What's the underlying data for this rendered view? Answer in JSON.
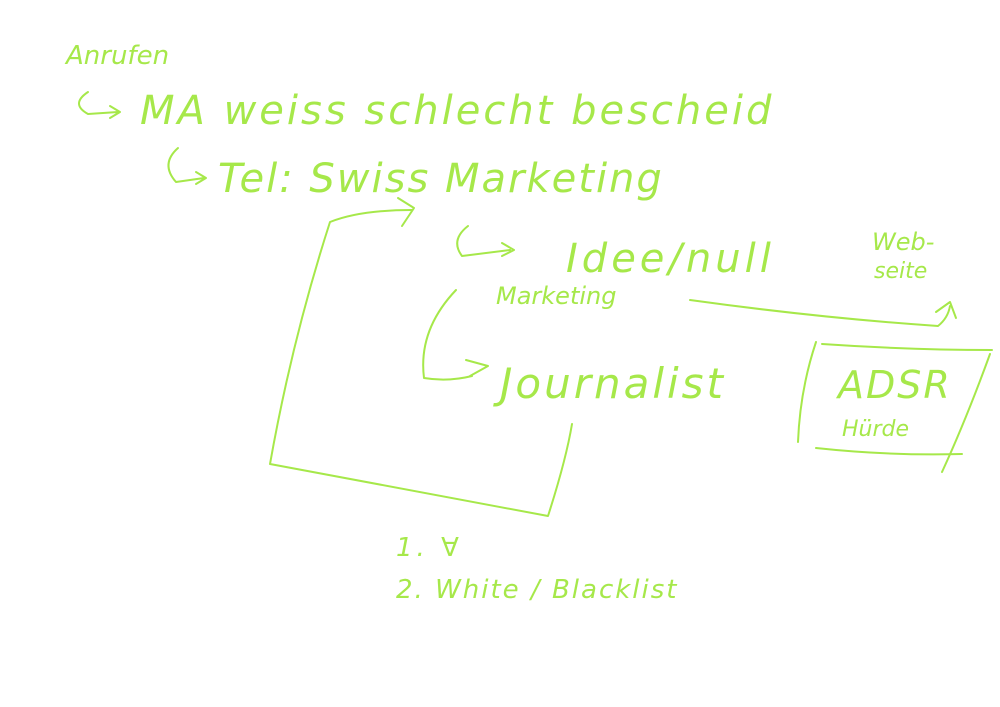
{
  "colors": {
    "ink": "#a6e84a",
    "background": "#ffffff"
  },
  "notes": {
    "anrufen": "Anrufen",
    "ma_line": "MA weiss schlecht bescheid",
    "tel_line": "Tel: Swiss Marketing",
    "idee_null": "Idee/null",
    "marketing": "Marketing",
    "webseite_1": "Web-",
    "webseite_2": "seite",
    "journalist": "Journalist",
    "adsr": "ADSR",
    "huerde": "Hürde",
    "list_1": "1. ∀",
    "list_2": "2. White / Blacklist"
  }
}
